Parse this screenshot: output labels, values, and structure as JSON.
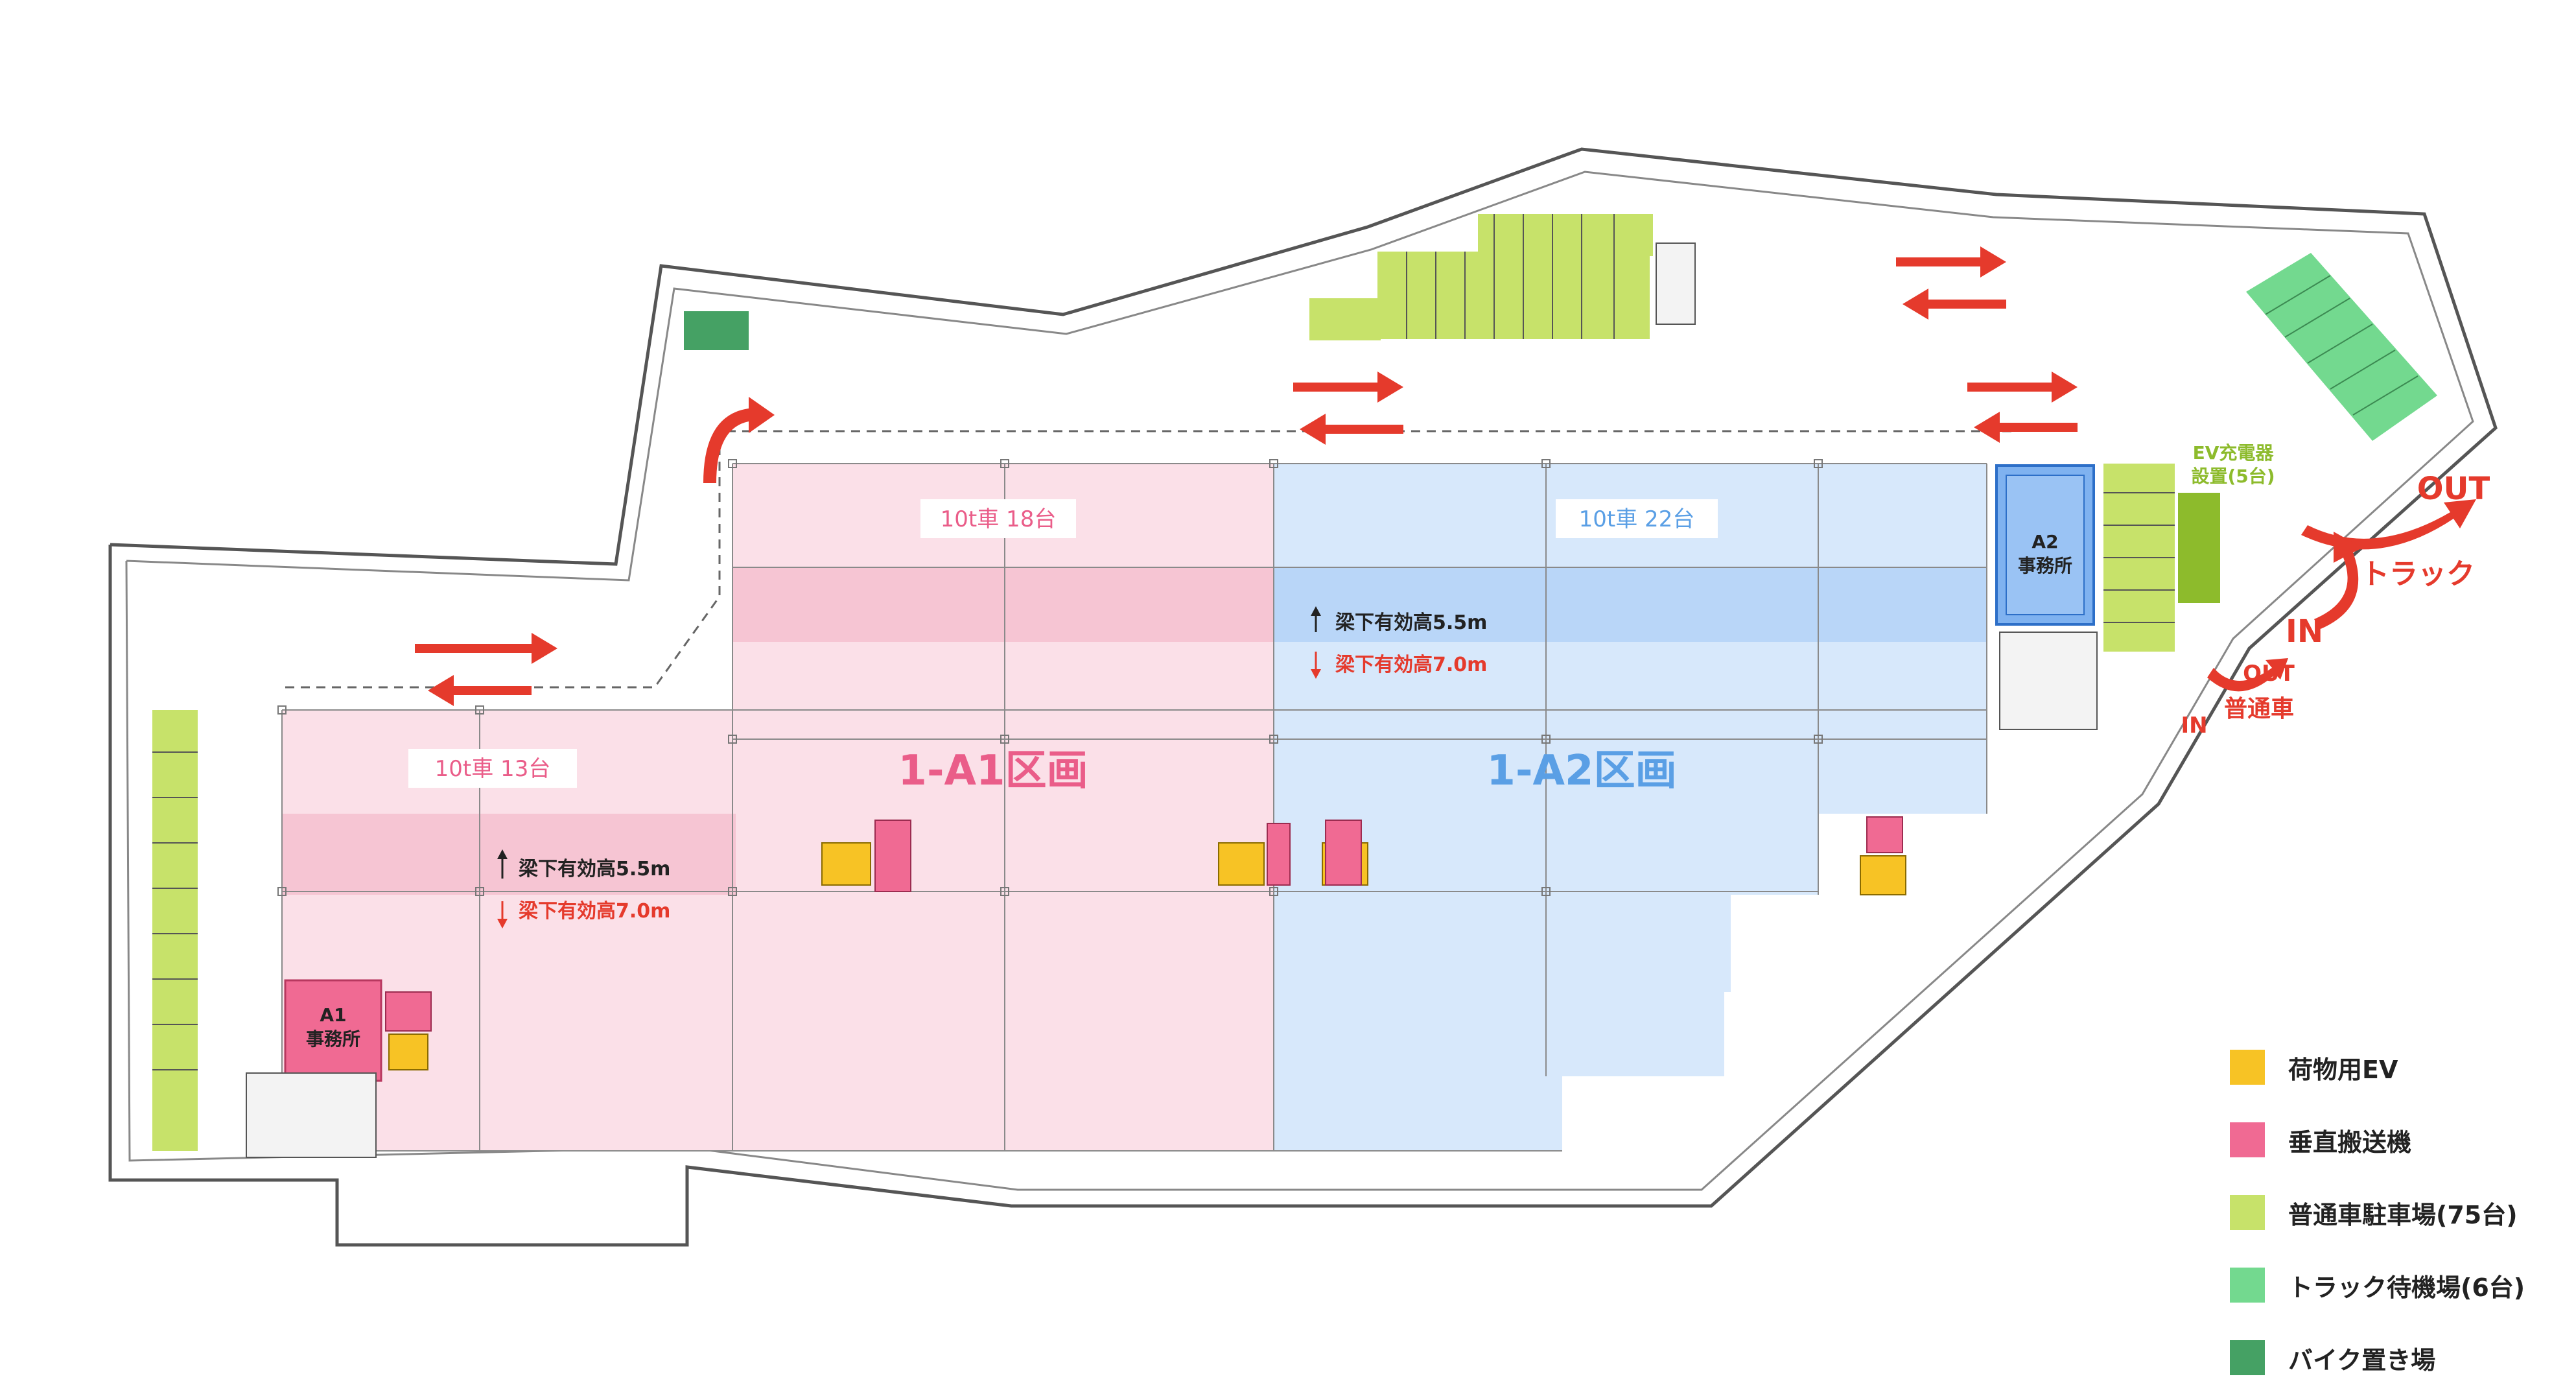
{
  "zones": {
    "a1_name": "1-A1区画",
    "a2_name": "1-A2区画"
  },
  "berths": {
    "a1_top": "10t車 18台",
    "a1_left": "10t車 13台",
    "a2_top": "10t車 22台"
  },
  "heights": {
    "beam_55": "梁下有効高5.5m",
    "beam_70": "梁下有効高7.0m"
  },
  "offices": {
    "a1_code": "A1",
    "a1_label": "事務所",
    "a2_code": "A2",
    "a2_label": "事務所"
  },
  "ev_charger": {
    "line1": "EV充電器",
    "line2": "設置(5台)"
  },
  "traffic": {
    "out_label": "OUT",
    "in_label": "IN",
    "truck_label": "トラック",
    "car_out_label": "OUT",
    "car_in_label": "IN",
    "car_label": "普通車"
  },
  "legend": [
    {
      "label": "荷物用EV",
      "color": "#f7c325"
    },
    {
      "label": "垂直搬送機",
      "color": "#f06a93"
    },
    {
      "label": "普通車駐車場(75台)",
      "color": "#c7e26a"
    },
    {
      "label": "トラック待機場(6台)",
      "color": "#73d98f"
    },
    {
      "label": "バイク置き場",
      "color": "#45a164"
    }
  ],
  "colors": {
    "a1_fill": "#fbe0e8",
    "a1_band": "#f6c5d3",
    "a2_fill": "#d7e8fb",
    "a2_band": "#b9d6f8",
    "a1_text": "#ea5d89",
    "a2_text": "#5a9fe5",
    "arrow": "#e53a2c",
    "accent_green": "#8dbb2c"
  }
}
